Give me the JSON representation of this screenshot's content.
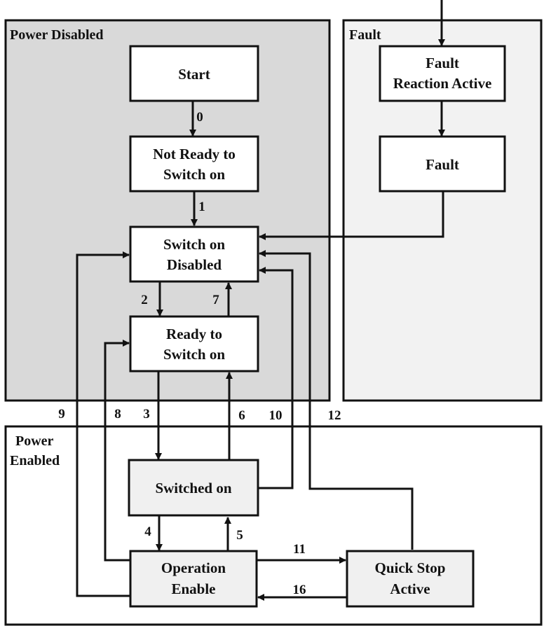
{
  "regions": {
    "power_disabled": {
      "label": "Power Disabled"
    },
    "fault": {
      "label": "Fault"
    },
    "power_enabled": {
      "label_line1": "Power",
      "label_line2": "Enabled"
    }
  },
  "states": {
    "start": {
      "lines": [
        "Start"
      ]
    },
    "not_ready": {
      "lines": [
        "Not Ready to",
        "Switch on"
      ]
    },
    "switch_on_disabled": {
      "lines": [
        "Switch on",
        "Disabled"
      ]
    },
    "ready_to_switch_on": {
      "lines": [
        "Ready to",
        "Switch on"
      ]
    },
    "switched_on": {
      "lines": [
        "Switched on"
      ]
    },
    "operation_enable": {
      "lines": [
        "Operation",
        "Enable"
      ]
    },
    "quick_stop_active": {
      "lines": [
        "Quick Stop",
        "Active"
      ]
    },
    "fault_reaction_active": {
      "lines": [
        "Fault",
        "Reaction Active"
      ]
    },
    "fault": {
      "lines": [
        "Fault"
      ]
    }
  },
  "transitions": {
    "t0": "0",
    "t1": "1",
    "t2": "2",
    "t3": "3",
    "t4": "4",
    "t5": "5",
    "t6": "6",
    "t7": "7",
    "t8": "8",
    "t9": "9",
    "t10": "10",
    "t11": "11",
    "t12": "12",
    "t16": "16"
  },
  "colors": {
    "power_disabled_fill": "#d9d9d9",
    "fault_fill": "#f2f2f2",
    "power_enabled_fill": "#ffffff",
    "state_fill_white": "#ffffff",
    "state_fill_grey": "#f0f0f0",
    "stroke": "#111111"
  }
}
